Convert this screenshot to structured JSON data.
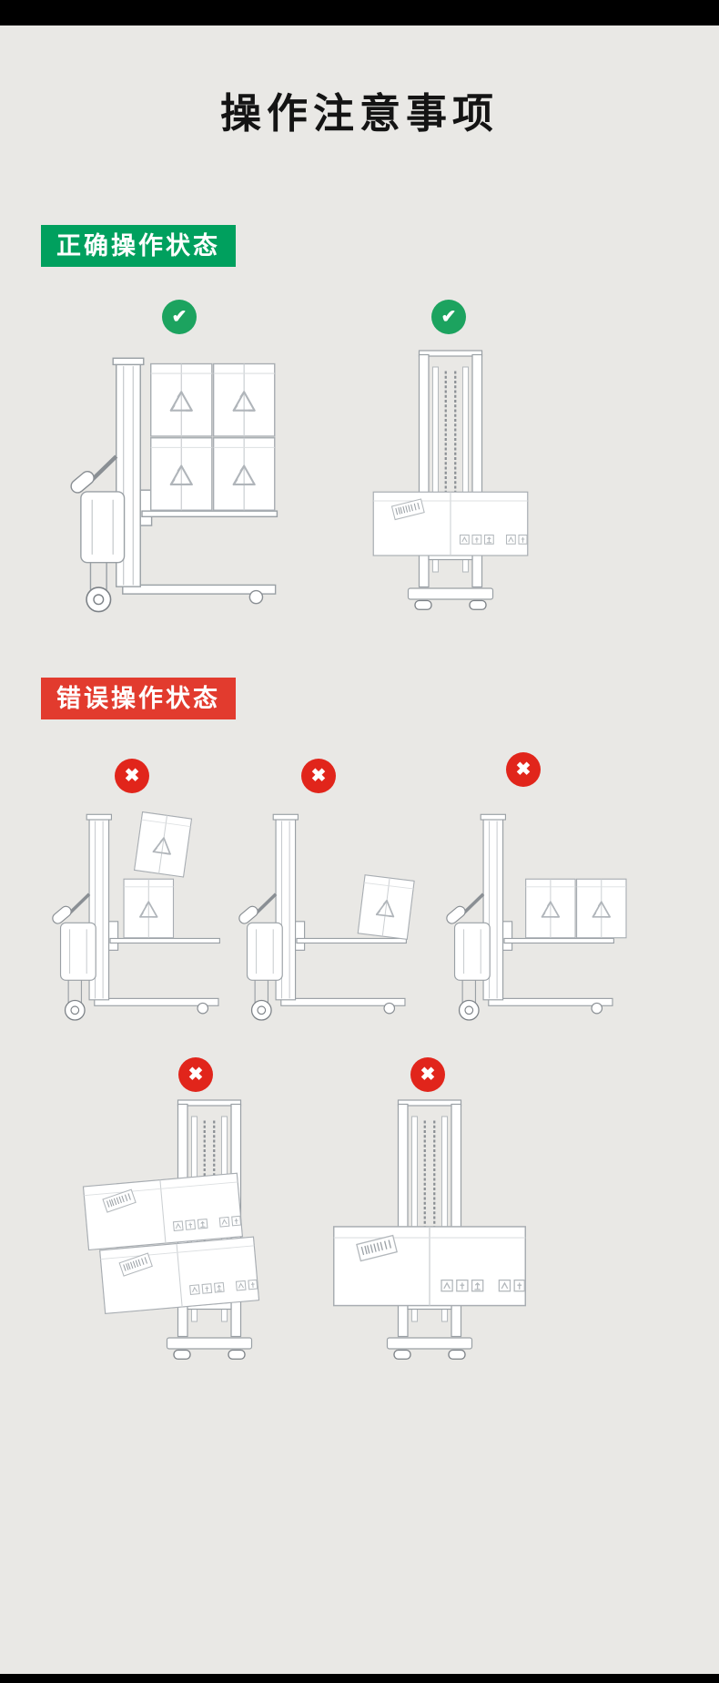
{
  "page": {
    "title": "操作注意事项",
    "background_color": "#e9e8e5",
    "top_bar_color": "#000000",
    "bottom_bar_color": "#000000"
  },
  "sections": {
    "correct": {
      "label": "正确操作状态",
      "badge_color": "#00a05e"
    },
    "wrong": {
      "label": "错误操作状态",
      "badge_color": "#e23b2e"
    }
  },
  "icons": {
    "check": "✔",
    "cross": "✖",
    "check_bg": "#1ca35f",
    "cross_bg": "#e1251b"
  }
}
